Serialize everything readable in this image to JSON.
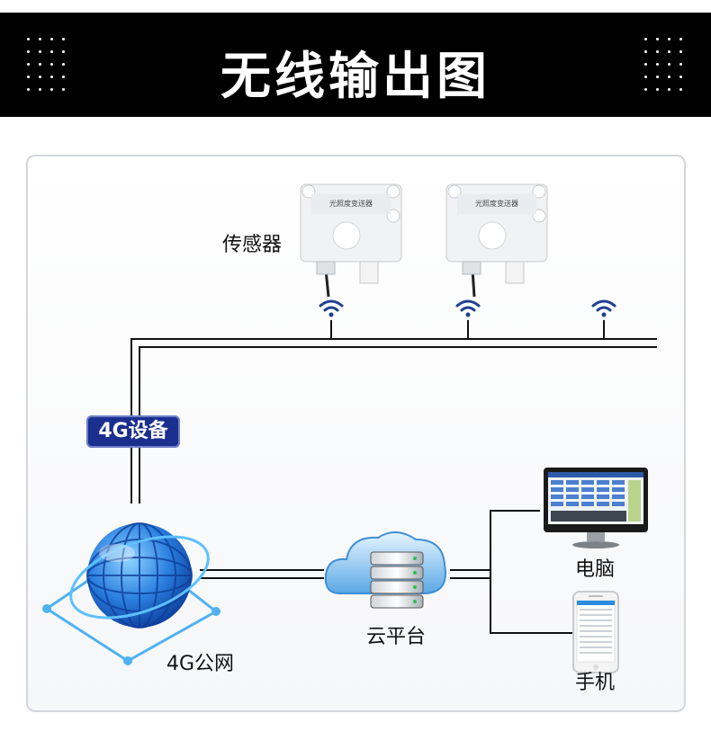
{
  "header": {
    "title": "无线输出图"
  },
  "labels": {
    "sensor": "传感器",
    "device": "4G设备",
    "network": "4G公网",
    "cloud": "云平台",
    "computer": "电脑",
    "phone": "手机"
  },
  "sensor_device_text": "光照度变送器",
  "icons": [
    "wifi-icon",
    "globe-icon",
    "cloud-database-icon",
    "monitor-icon",
    "smartphone-icon"
  ]
}
